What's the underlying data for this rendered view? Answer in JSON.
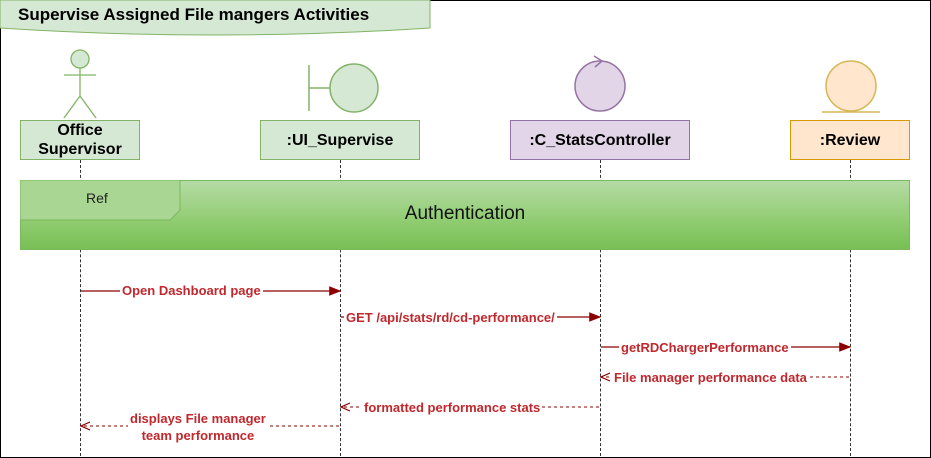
{
  "diagram": {
    "title": "Supervise Assigned File mangers Activities",
    "participants": [
      {
        "id": "office-supervisor",
        "label_line1": "Office",
        "label_line2": "Supervisor",
        "kind": "actor",
        "color": "#d5e8d4"
      },
      {
        "id": "ui-supervise",
        "label": ":UI_Supervise",
        "kind": "boundary",
        "color": "#d5e8d4"
      },
      {
        "id": "c-statscontroller",
        "label": ":C_StatsController",
        "kind": "control",
        "color": "#e1d5e7"
      },
      {
        "id": "review",
        "label": ":Review",
        "kind": "entity",
        "color": "#ffe6cc"
      }
    ],
    "ref_fragment": {
      "tag": "Ref",
      "label": "Authentication"
    },
    "messages": [
      {
        "label": "Open Dashboard page",
        "from": "office-supervisor",
        "to": "ui-supervise",
        "style": "solid"
      },
      {
        "label": "GET /api/stats/rd/cd-performance/",
        "from": "ui-supervise",
        "to": "c-statscontroller",
        "style": "solid"
      },
      {
        "label": "getRDChargerPerformance",
        "from": "c-statscontroller",
        "to": "review",
        "style": "solid"
      },
      {
        "label": "File manager performance data",
        "from": "review",
        "to": "c-statscontroller",
        "style": "dashed"
      },
      {
        "label": "formatted performance stats",
        "from": "c-statscontroller",
        "to": "ui-supervise",
        "style": "dashed"
      },
      {
        "label_line1": "displays File manager",
        "label_line2": "team performance",
        "from": "ui-supervise",
        "to": "office-supervisor",
        "style": "dashed"
      }
    ],
    "colors": {
      "message": "#8b0000",
      "message_text": "#c0282d",
      "ref_fill": "#8fcc70"
    }
  }
}
